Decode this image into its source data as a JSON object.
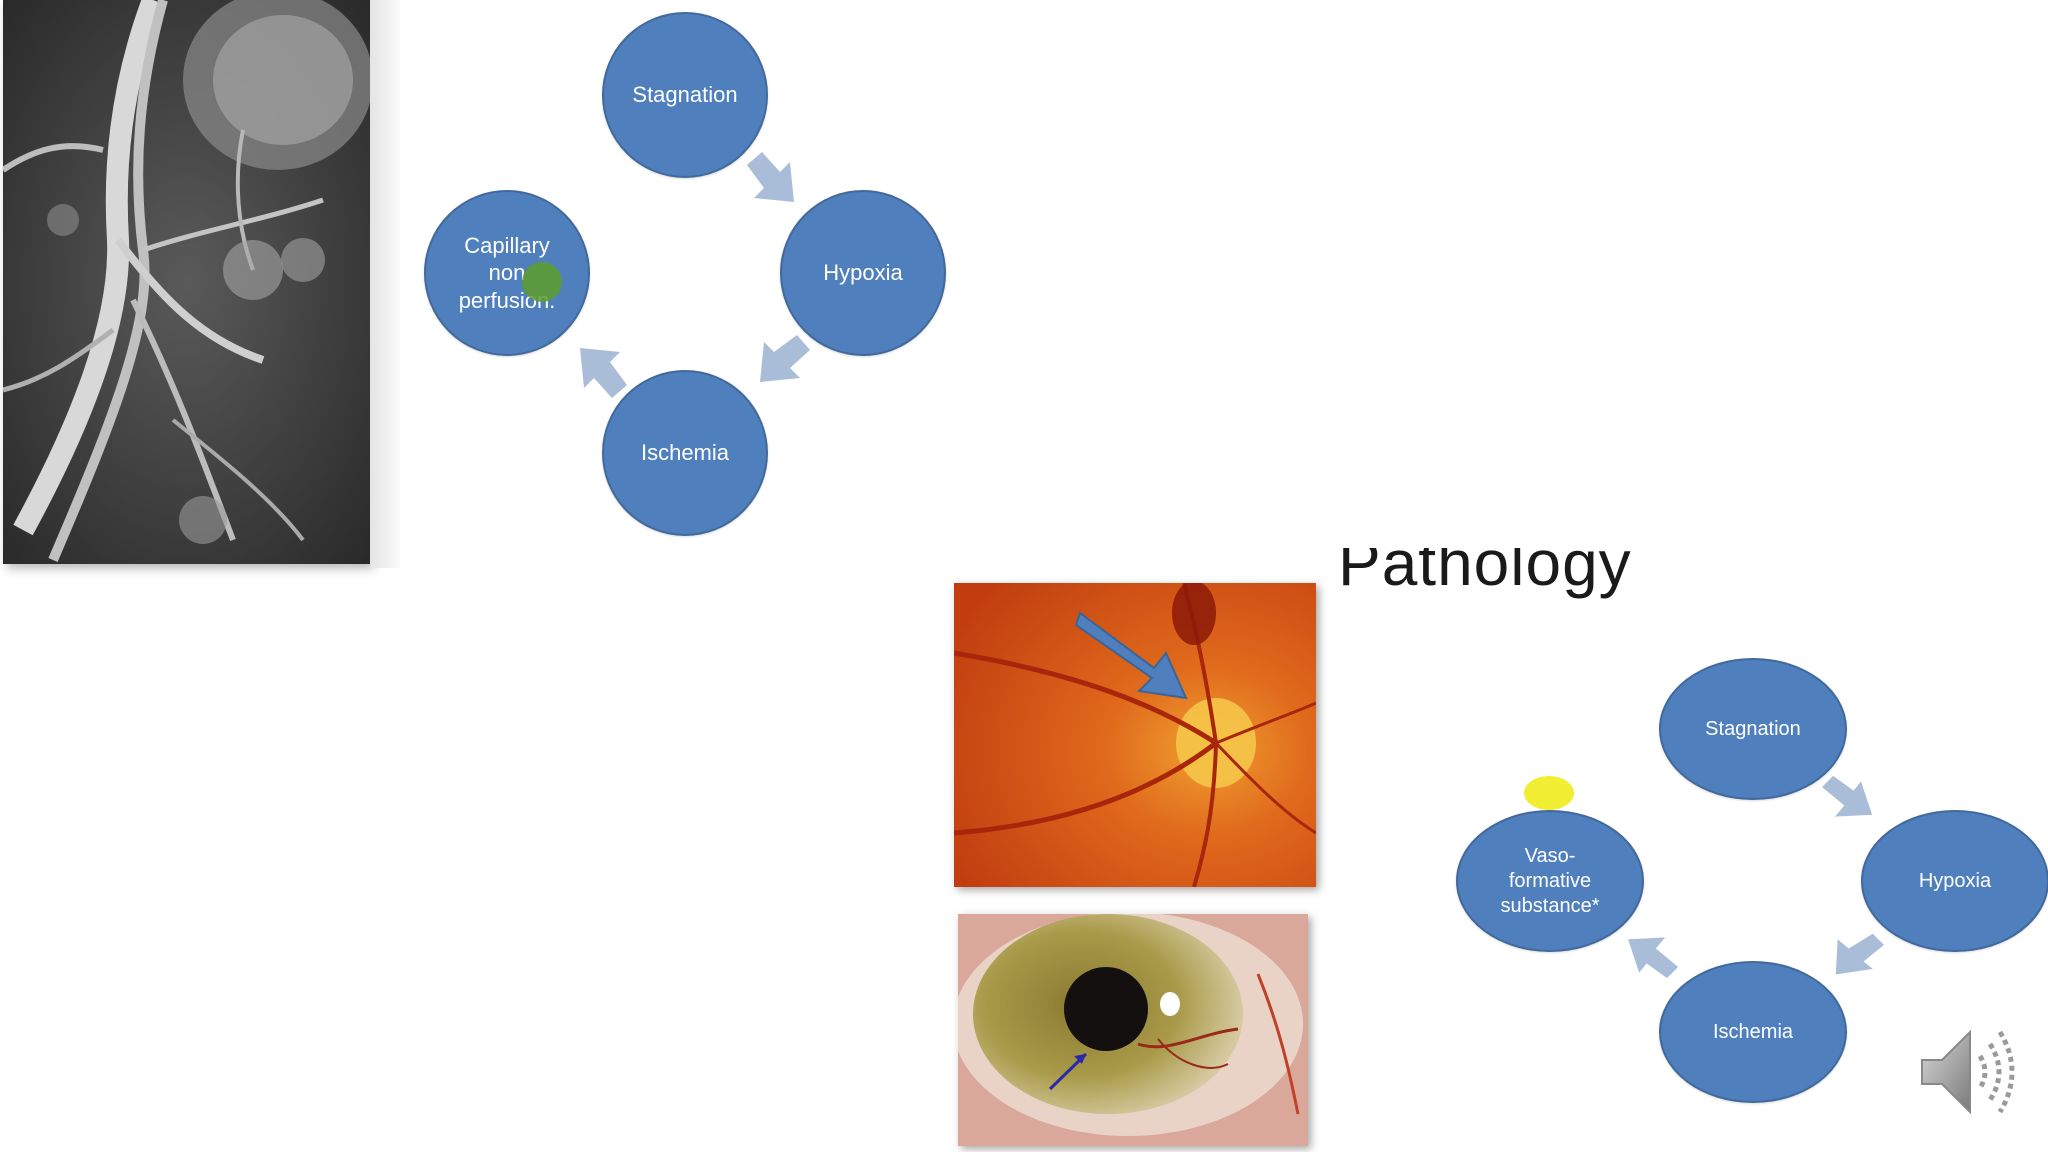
{
  "slide_top": {
    "cycle": {
      "stagnation": "Stagnation",
      "hypoxia": "Hypoxia",
      "ischemia": "Ischemia",
      "capillary": "Capillary\nnon\nperfusion."
    }
  },
  "slide_bottom": {
    "heading": "Pathology",
    "cycle": {
      "stagnation": "Stagnation",
      "hypoxia": "Hypoxia",
      "ischemia": "Ischemia",
      "vaso": "Vaso-\nformative\nsubstance*"
    }
  },
  "colors": {
    "node_fill": "#4f7fbd",
    "arrow_fill": "#a9bcd8",
    "pointer_green": "#5c9e2a",
    "pointer_yellow": "#f0ec1e"
  },
  "icons": {
    "speaker": "speaker-icon"
  }
}
